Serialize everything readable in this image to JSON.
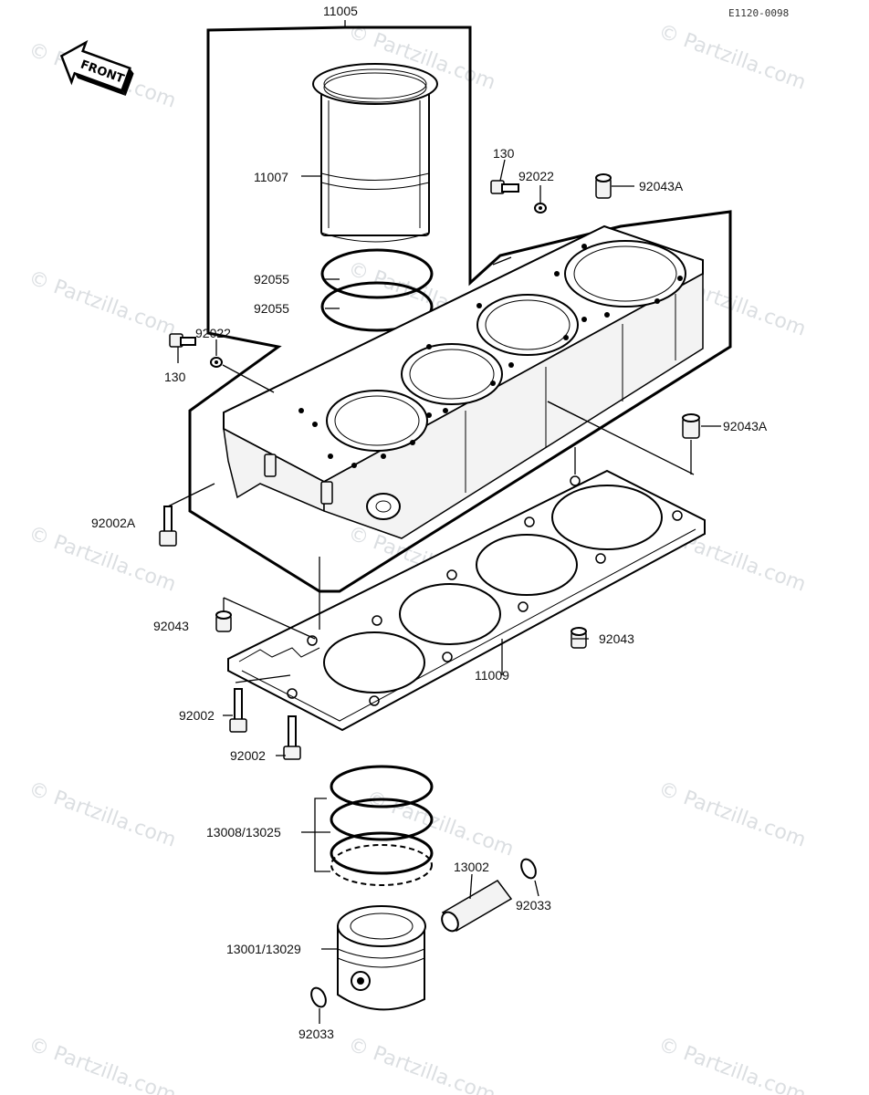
{
  "diagram": {
    "code": "E1120-0098",
    "front_label": "FRONT",
    "watermark": "© Partzilla.com",
    "labels": {
      "l11005": "11005",
      "l11007": "11007",
      "l130_top": "130",
      "l92022_top": "92022",
      "l92043A_top": "92043A",
      "l92055_a": "92055",
      "l92055_b": "92055",
      "l92022_left": "92022",
      "l130_left": "130",
      "l92043A_right": "92043A",
      "l92002A": "92002A",
      "l92043_left": "92043",
      "l92043_right": "92043",
      "l11009": "11009",
      "l92002_a": "92002",
      "l92002_b": "92002",
      "l13008": "13008/13025",
      "l13002": "13002",
      "l92033_right": "92033",
      "l13001": "13001/13029",
      "l92033_bottom": "92033"
    }
  }
}
